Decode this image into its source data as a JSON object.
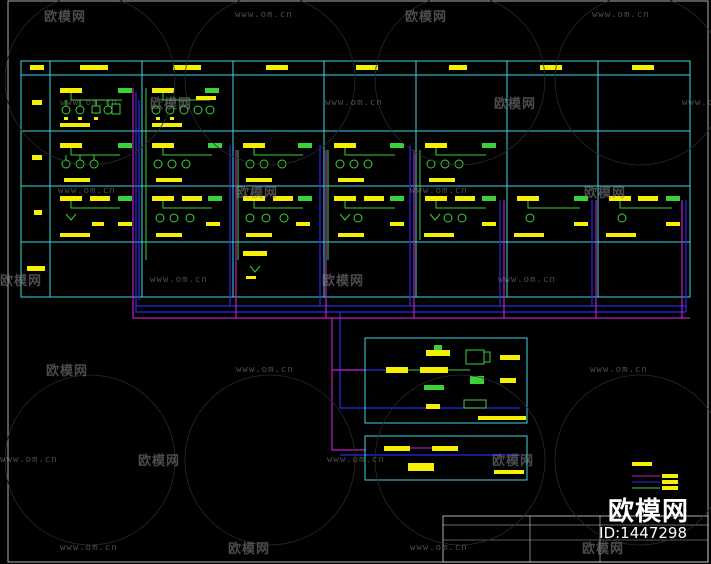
{
  "watermark": {
    "url": "www.om.cn",
    "logo": "欧模网"
  },
  "brand": {
    "name": "欧模网",
    "id": "ID:1447298"
  },
  "colors": {
    "background": "#000000",
    "grid": "#3fd6e0",
    "label": "#f5f000",
    "device": "#3ad13a",
    "bus_blue": "#2a2ae6",
    "bus_magenta": "#c01ec0"
  }
}
